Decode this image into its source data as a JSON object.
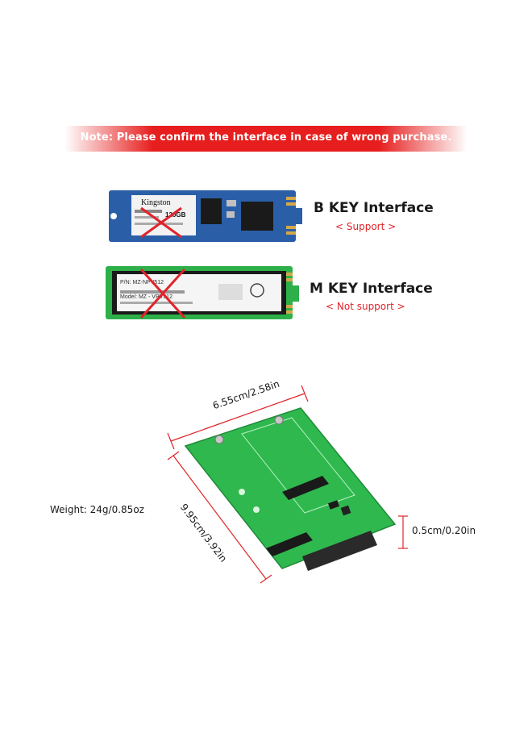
{
  "note": {
    "text": "Note: Please confirm the interface in case of wrong purchase."
  },
  "b_key": {
    "title": "B KEY Interface",
    "subtitle": "< Support >",
    "card_brand": "Kingston",
    "card_capacity": "120GB"
  },
  "m_key": {
    "title": "M KEY Interface",
    "subtitle": "< Not support >",
    "card_label_1": "P/N: MZ-NPV512",
    "card_label_2": "Model: MZ - VPV512"
  },
  "adapter": {
    "width_label": "6.55cm/2.58in",
    "length_label": "9.95cm/3.92in",
    "thickness_label": "0.5cm/0.20in",
    "weight_label": "Weight: 24g/0.85oz"
  },
  "colors": {
    "accent_red": "#e61e1e",
    "subtitle_red": "#e0242a",
    "pcb_green": "#2db04a",
    "pcb_blue": "#2a5fa8"
  }
}
